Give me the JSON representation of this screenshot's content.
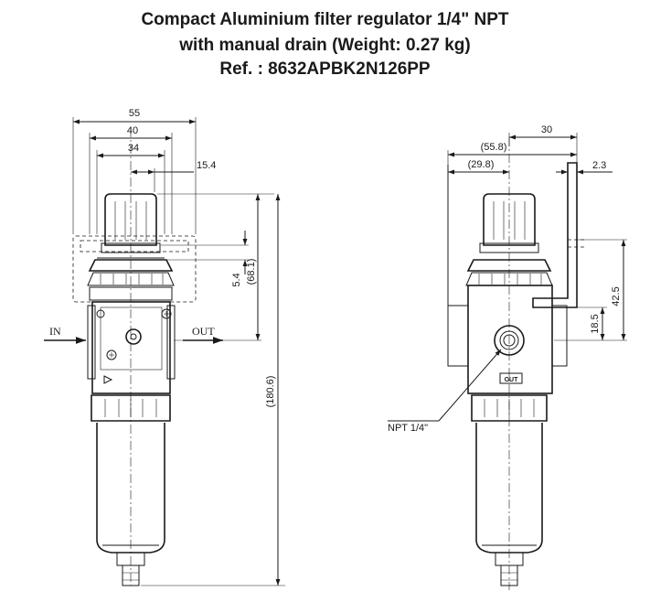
{
  "title": {
    "line1": "Compact Aluminium filter regulator 1/4\" NPT",
    "line2": "with manual drain   (Weight: 0.27 kg)",
    "line3": "Ref. : 8632APBK2N126PP"
  },
  "front_view": {
    "dim_55": "55",
    "dim_40": "40",
    "dim_34": "34",
    "dim_15_4": "15.4",
    "dim_5_4": "5.4",
    "dim_68_1": "(68.1)",
    "dim_180_6": "(180.6)",
    "label_in": "IN",
    "label_out": "OUT"
  },
  "side_view": {
    "dim_30": "30",
    "dim_55_8": "(55.8)",
    "dim_29_8": "(29.8)",
    "dim_2_3": "2.3",
    "dim_42_5": "42.5",
    "dim_18_5": "18.5",
    "label_npt": "NPT 1/4\"",
    "port_label": "OUT"
  }
}
